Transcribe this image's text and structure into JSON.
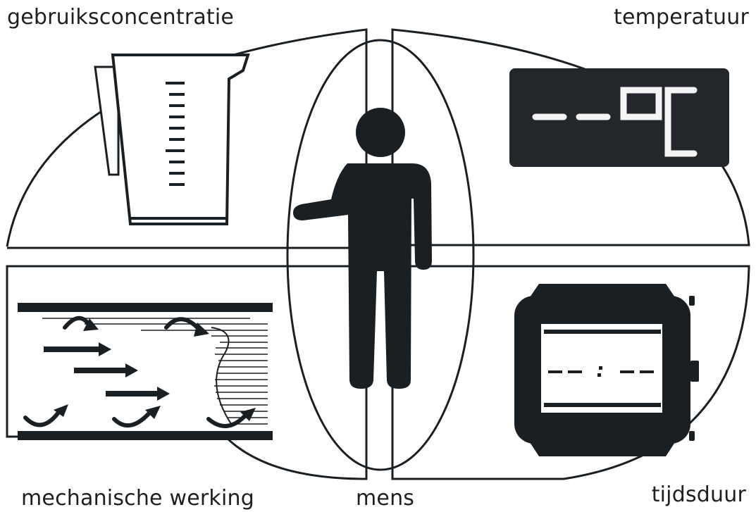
{
  "labels": {
    "usage_concentration": "gebruiksconcentratie",
    "temperature": "temperatuur",
    "mechanical_action": "mechanische werking",
    "human": "mens",
    "duration": "tijdsduur"
  },
  "temperature_display": "- - °C",
  "timer_display": "--:--",
  "colors": {
    "ink": "#1a1f24",
    "display_bg": "#23272b",
    "display_glyph": "#f4f4f4",
    "background": "#ffffff"
  }
}
